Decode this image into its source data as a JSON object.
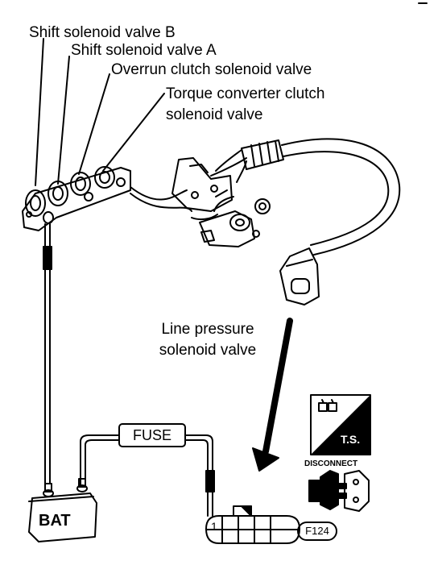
{
  "labels": {
    "shift_b": "Shift solenoid valve B",
    "shift_a": "Shift solenoid valve A",
    "overrun": "Overrun clutch solenoid valve",
    "tcc_line1": "Torque converter clutch",
    "tcc_line2": "solenoid valve",
    "line_pressure_line1": "Line pressure",
    "line_pressure_line2": "solenoid valve",
    "fuse": "FUSE",
    "battery": "BAT",
    "connector_pin": "1",
    "ts_badge": "T.S.",
    "disconnect": "DISCONNECT",
    "figure_code": "F124"
  },
  "colors": {
    "ink": "#000000",
    "paper": "#ffffff"
  }
}
